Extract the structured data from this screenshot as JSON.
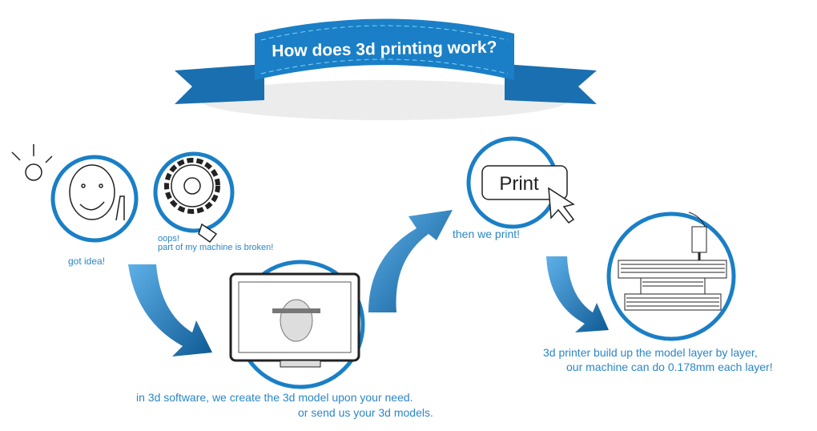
{
  "title": "How does 3d printing work?",
  "print_button": "Print",
  "steps": {
    "idea": "got idea!",
    "broken_line1": "oops!",
    "broken_line2": "part of my machine is broken!",
    "model_line1": "in 3d software, we create the 3d model upon your need.",
    "model_line2": "or send us your 3d models.",
    "print": "then we print!",
    "build_line1": "3d printer build up the model layer by layer,",
    "build_line2": "our machine can do 0.178mm each layer!"
  },
  "colors": {
    "blue": "#1a7fc6",
    "text": "#2a86c8",
    "dark_blue": "#0e5a95"
  }
}
